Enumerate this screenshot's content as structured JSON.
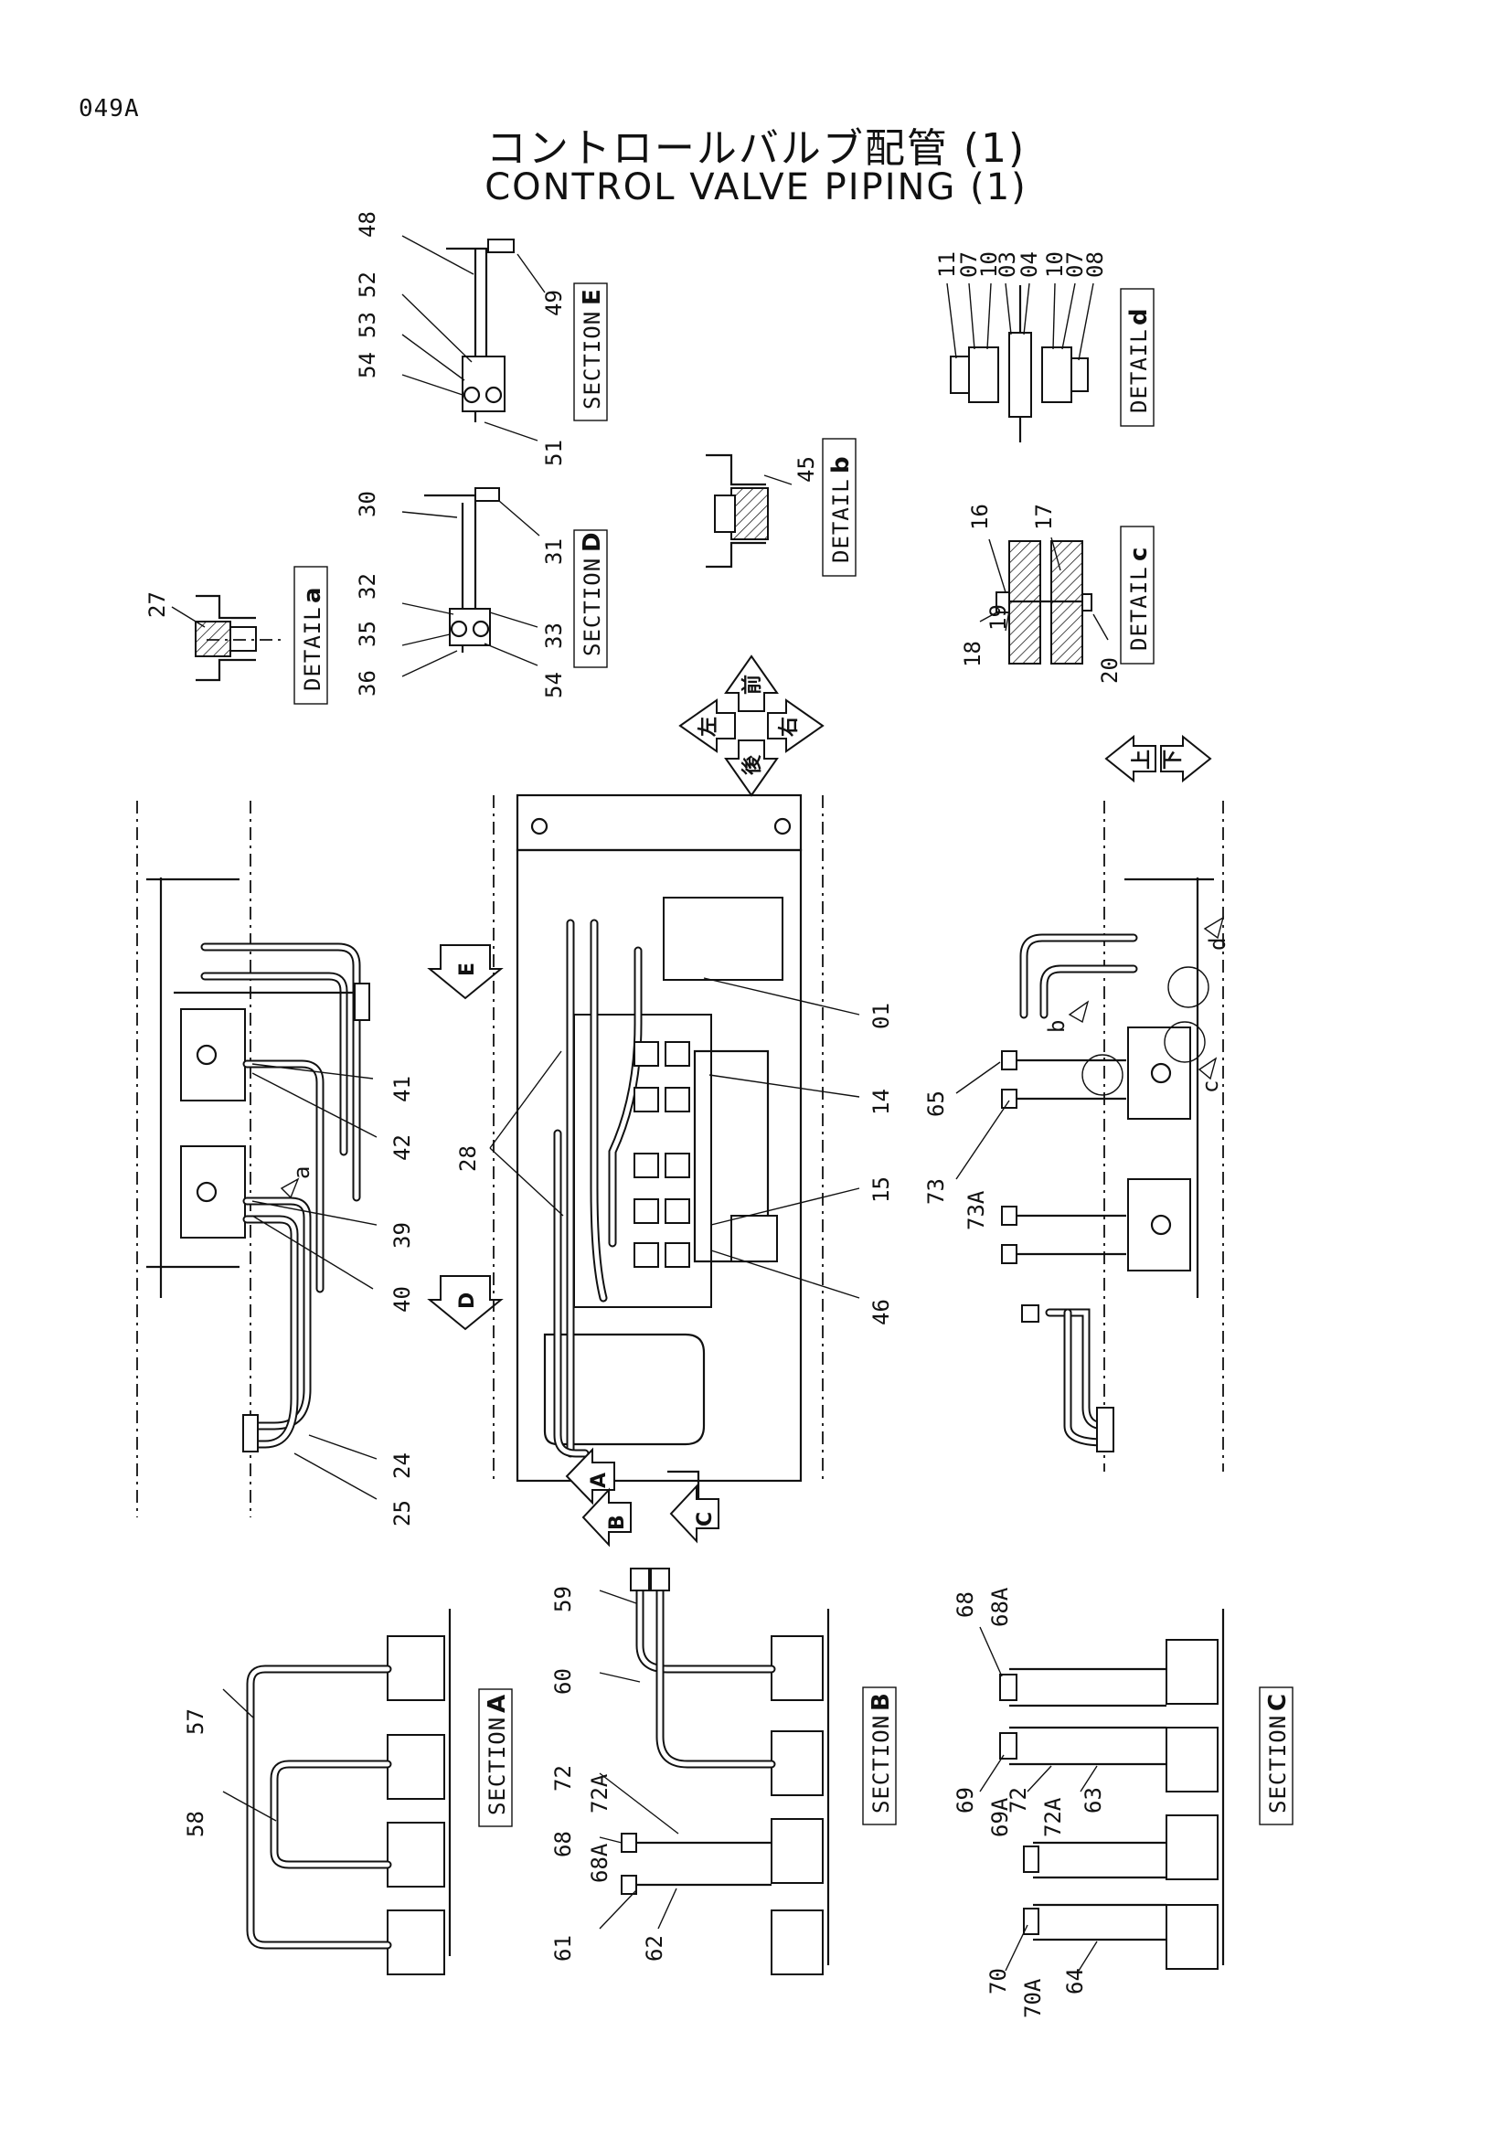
{
  "page_code": "049A",
  "title": {
    "japanese": "コントロールバルブ配管 (1)",
    "english": "CONTROL VALVE PIPING (1)"
  },
  "labels": {
    "section_e": {
      "text": "SECTION",
      "letter": "E"
    },
    "section_d": {
      "text": "SECTION",
      "letter": "D"
    },
    "detail_a": {
      "text": "DETAIL",
      "letter": "a"
    },
    "detail_b": {
      "text": "DETAIL",
      "letter": "b"
    },
    "detail_c": {
      "text": "DETAIL",
      "letter": "c"
    },
    "detail_d": {
      "text": "DETAIL",
      "letter": "d"
    },
    "section_a": {
      "text": "SECTION",
      "letter": "A"
    },
    "section_b": {
      "text": "SECTION",
      "letter": "B"
    },
    "section_c": {
      "text": "SECTION",
      "letter": "C"
    }
  },
  "direction_arrows": {
    "front": "前",
    "rear": "後",
    "left": "左",
    "right": "右",
    "up": "上",
    "down": "下"
  },
  "view_arrows": {
    "a": "A",
    "b": "B",
    "c": "C",
    "d": "D",
    "e": "E"
  },
  "callouts": {
    "section_e": [
      "48",
      "52",
      "53",
      "54",
      "49",
      "51"
    ],
    "section_d": [
      "30",
      "31",
      "32",
      "33",
      "35",
      "54",
      "36"
    ],
    "detail_a": [
      "27"
    ],
    "detail_b": [
      "45"
    ],
    "detail_c": [
      "16",
      "17",
      "18",
      "19",
      "20"
    ],
    "detail_d": [
      "11",
      "07",
      "10",
      "03",
      "04",
      "10",
      "07",
      "08"
    ],
    "left_view": [
      "41",
      "42",
      "39",
      "40",
      "24",
      "25",
      "a"
    ],
    "center_view": [
      "01",
      "14",
      "15",
      "28",
      "46"
    ],
    "right_view": [
      "65",
      "73",
      "73A",
      "b",
      "c",
      "d"
    ],
    "section_a_view": [
      "57",
      "58"
    ],
    "section_b_view": [
      "59",
      "60",
      "72",
      "72A",
      "68",
      "68A",
      "61",
      "62"
    ],
    "section_c_view": [
      "68",
      "68A",
      "69",
      "69A",
      "72",
      "72A",
      "63",
      "70",
      "70A",
      "64"
    ]
  }
}
